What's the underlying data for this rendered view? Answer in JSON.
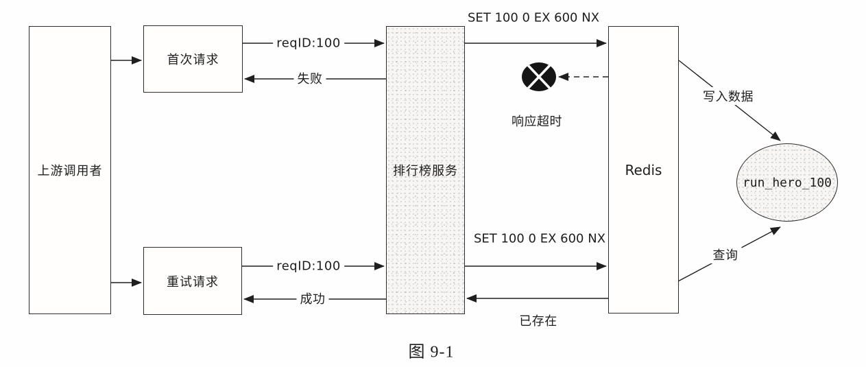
{
  "figure_caption": "图 9-1",
  "colors": {
    "background": "#fefefe",
    "line": "#1f1f1f",
    "node_border": "#2b2b2b",
    "speckle_fill": "#f7f6f4",
    "timeout_marker": "#151515"
  },
  "nodes": {
    "upstream_caller": {
      "label": "上游调用者"
    },
    "first_request": {
      "label": "首次请求"
    },
    "retry_request": {
      "label": "重试请求"
    },
    "leaderboard_service": {
      "label": "排行榜服务"
    },
    "redis": {
      "label": "Redis"
    },
    "redis_key": {
      "label": "run_hero_100"
    }
  },
  "edges": {
    "first_request_to_service": {
      "label": "reqID:100"
    },
    "service_to_first_request": {
      "label": "失败"
    },
    "service_to_redis_top": {
      "label": "SET 100 0 EX 600 NX"
    },
    "redis_response_timeout": {
      "label": "响应超时"
    },
    "redis_write_data": {
      "label": "写入数据"
    },
    "retry_request_to_service": {
      "label": "reqID:100"
    },
    "service_to_retry_request": {
      "label": "成功"
    },
    "service_to_redis_bottom": {
      "label": "SET 100 0 EX 600 NX"
    },
    "redis_already_exists": {
      "label": "已存在"
    },
    "redis_query": {
      "label": "查询"
    }
  }
}
